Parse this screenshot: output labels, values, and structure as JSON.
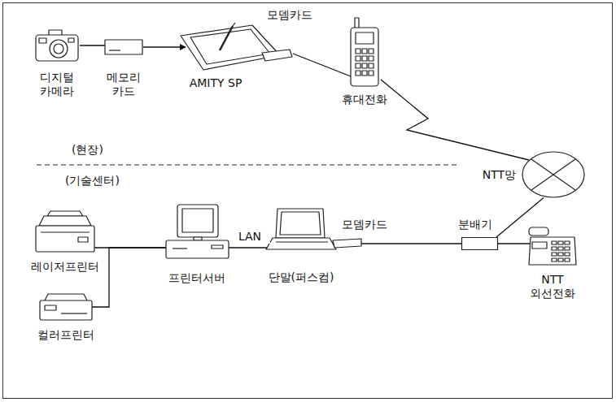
{
  "diagram": {
    "nodes": [
      {
        "text": [
          "디지털 카메라"
        ]
      },
      {
        "text": [
          "메모리 카드"
        ]
      },
      {
        "text": [
          "AMITY SP"
        ]
      },
      {
        "text": [
          "휴대전화"
        ]
      },
      {
        "text": [
          "NTT망"
        ]
      },
      {
        "text": [
          "레이저프린터"
        ]
      },
      {
        "text": [
          "프린터서버"
        ]
      },
      {
        "text": [
          "단말(퍼스컴)"
        ]
      },
      {
        "text": [
          "분배기"
        ]
      },
      {
        "text": [
          "NTT 외선전화"
        ]
      },
      {
        "text": [
          "컬러프린터"
        ]
      }
    ],
    "edges": [
      {
        "from": 0,
        "to": 1,
        "arrow": "to"
      },
      {
        "from": 1,
        "to": 2,
        "arrow": "to"
      },
      {
        "from": 2,
        "to": 3,
        "arrow": "none"
      },
      {
        "from": 3,
        "to": 4,
        "arrow": "none"
      },
      {
        "from": 4,
        "to": 8,
        "arrow": "none"
      },
      {
        "from": 5,
        "to": 6,
        "arrow": "none"
      },
      {
        "from": 10,
        "to": 6,
        "arrow": "none"
      },
      {
        "from": 6,
        "to": 7,
        "label": "LAN",
        "arrow": "none"
      },
      {
        "from": 7,
        "to": 8,
        "arrow": "none"
      },
      {
        "from": 8,
        "to": 9,
        "arrow": "none"
      }
    ],
    "labels": [
      "모뎀카드",
      "(현장)",
      "(기술센터)",
      "모뎀카드"
    ]
  }
}
